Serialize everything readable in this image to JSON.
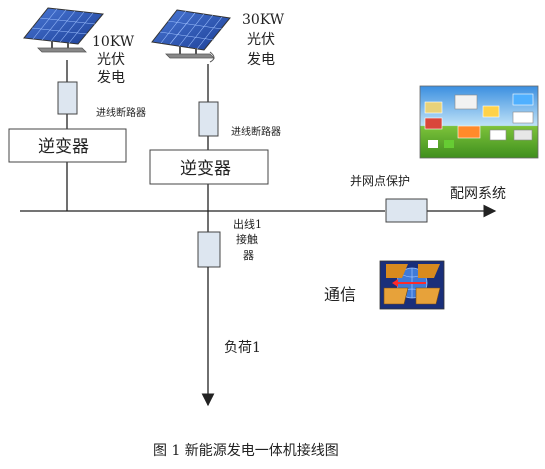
{
  "panel_10kw": {
    "line1": "10KW",
    "line2": "光伏",
    "line3": "发电"
  },
  "panel_30kw": {
    "line1": "30KW",
    "line2": "光伏",
    "line3": "发电"
  },
  "breaker_1": "进线断路器",
  "breaker_2": "进线断路器",
  "inverter_1": "逆变器",
  "inverter_2": "逆变器",
  "grid_protection": "并网点保护",
  "grid_system": "配网系统",
  "outlet_contactor": {
    "line1": "出线1",
    "line2": "接触",
    "line3": "器"
  },
  "communication": "通信",
  "load": "负荷1",
  "caption": "图 1  新能源发电一体机接线图",
  "icons": [
    "solar-panel-icon",
    "solar-panel-icon",
    "monitor-screen-icon",
    "network-communication-icon"
  ],
  "colors": {
    "line": "#222222",
    "box_fill": "#dde6f0",
    "box_stroke": "#444444",
    "panel_blue": "#2a57b8"
  }
}
